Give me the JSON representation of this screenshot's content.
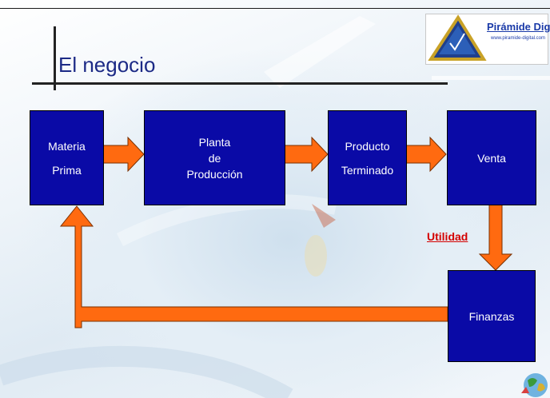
{
  "slide": {
    "title": "El negocio"
  },
  "logo": {
    "name": "Pirámide Digita",
    "url": "www.piramide-digital.com"
  },
  "nodes": {
    "materia": {
      "line1": "Materia",
      "line2": "Prima"
    },
    "planta": {
      "line1": "Planta",
      "line2": "de",
      "line3": "Producción"
    },
    "producto": {
      "line1": "Producto",
      "line2": "Terminado"
    },
    "venta": {
      "label": "Venta"
    },
    "finanzas": {
      "label": "Finanzas"
    }
  },
  "edge_label": "Utilidad",
  "colors": {
    "box_fill": "#0a0aa6",
    "arrow_fill": "#ff6a10",
    "title": "#1c2a86",
    "edge_label": "#d40000"
  }
}
